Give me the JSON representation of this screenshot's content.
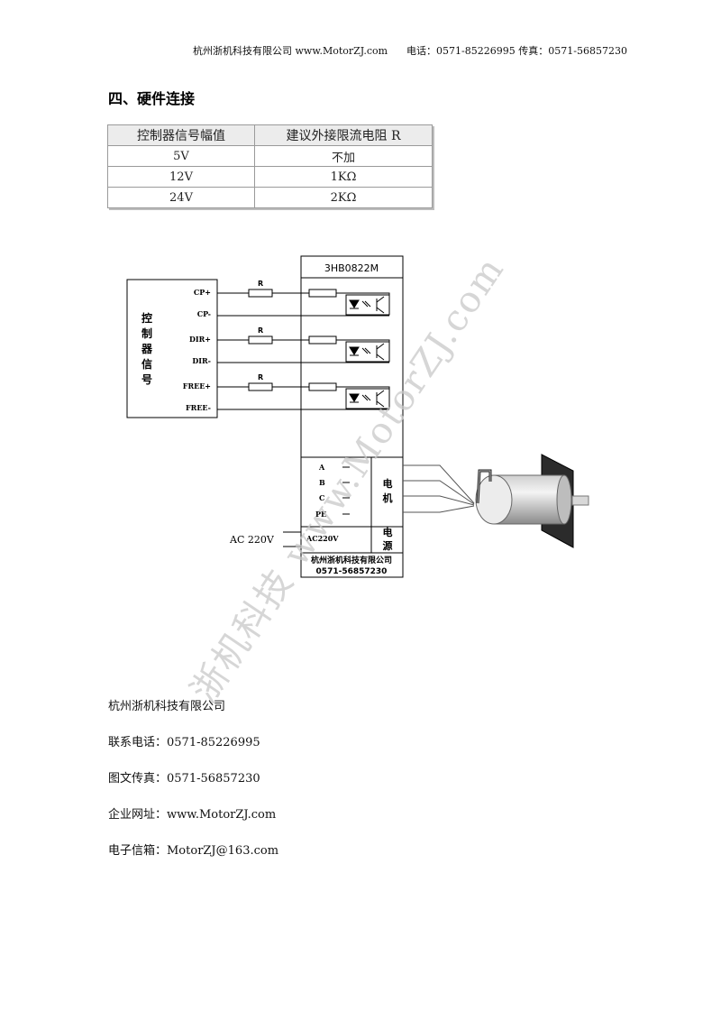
{
  "header": {
    "company": "杭州浙机科技有限公司",
    "website": "www.MotorZJ.com",
    "phone": "电话：0571-85226995",
    "fax": "传真：0571-56857230"
  },
  "section_title": "四、硬件连接",
  "table": {
    "headers": [
      "控制器信号幅值",
      "建议外接限流电阻 R"
    ],
    "rows": [
      [
        "5V",
        "不加"
      ],
      [
        "12V",
        "1KΩ"
      ],
      [
        "24V",
        "2KΩ"
      ]
    ]
  },
  "diagram": {
    "controller_label": [
      "控",
      "制",
      "器",
      "信",
      "号"
    ],
    "signals": [
      "CP+",
      "CP-",
      "DIR+",
      "DIR-",
      "FREE+",
      "FREE-"
    ],
    "resistor_label": "R",
    "driver_model": "3HB0822M",
    "motor_terminals": [
      "A",
      "B",
      "C",
      "PE"
    ],
    "motor_label": [
      "电",
      "机"
    ],
    "power_input": "AC220V",
    "power_label": [
      "电",
      "源"
    ],
    "ac_source": "AC 220V",
    "plate_company": "杭州浙机科技有限公司",
    "plate_phone": "0571-56857230"
  },
  "watermark": "浙机科技 www.MotorZJ.com",
  "contact": {
    "company": "杭州浙机科技有限公司",
    "phone": "联系电话：0571-85226995",
    "fax": "图文传真：0571-56857230",
    "website": "企业网址：www.MotorZJ.com",
    "email": "电子信箱：MotorZJ@163.com"
  }
}
